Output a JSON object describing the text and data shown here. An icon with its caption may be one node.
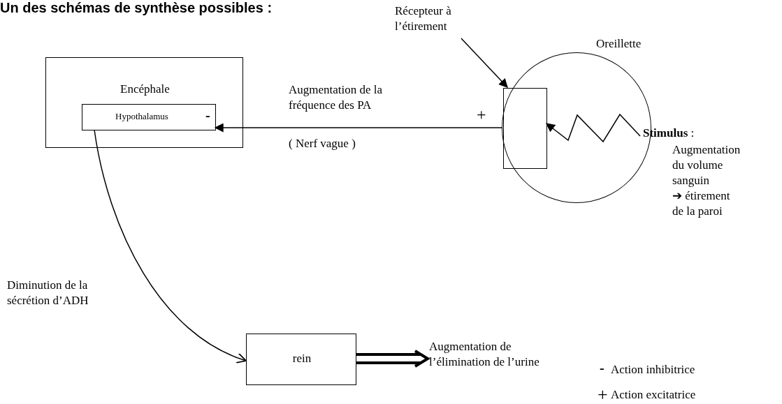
{
  "diagram": {
    "title": "Un des schémas de synthèse possibles :",
    "nodes": [
      {
        "text": [
          "Encéphale"
        ]
      },
      {
        "text": [
          "Hypothalamus"
        ],
        "in": 0
      },
      {
        "text": [
          "Oreillette"
        ]
      },
      {
        "text": [],
        "shape": "box",
        "in": 2
      },
      {
        "text": [
          "Récepteur à l’étirement"
        ]
      },
      {
        "text": [
          "**Stimulus** :",
          "Augmentation du volume sanguin",
          "➔ étirement de la paroi"
        ]
      },
      {
        "text": [
          "rein"
        ]
      },
      {
        "text": [
          "Augmentation de l’élimination de l’urine"
        ]
      }
    ],
    "edges": [
      {
        "from": 3,
        "to": 1,
        "arrow": "to",
        "label": "Augmentation de la fréquence des PA"
      },
      {
        "from": 4,
        "to": 3,
        "arrow": "to"
      },
      {
        "from": 5,
        "to": 3,
        "arrow": "to"
      },
      {
        "from": 1,
        "to": 6,
        "arrow": "to",
        "label": "Diminution de la sécrétion d’ADH"
      },
      {
        "from": 6,
        "to": 7,
        "arrow": "to",
        "style": "thick"
      }
    ],
    "labels": [
      "+",
      "-",
      "( Nerf vague )",
      "-",
      "Action inhibitrice",
      "+",
      "Action excitatrice"
    ]
  }
}
